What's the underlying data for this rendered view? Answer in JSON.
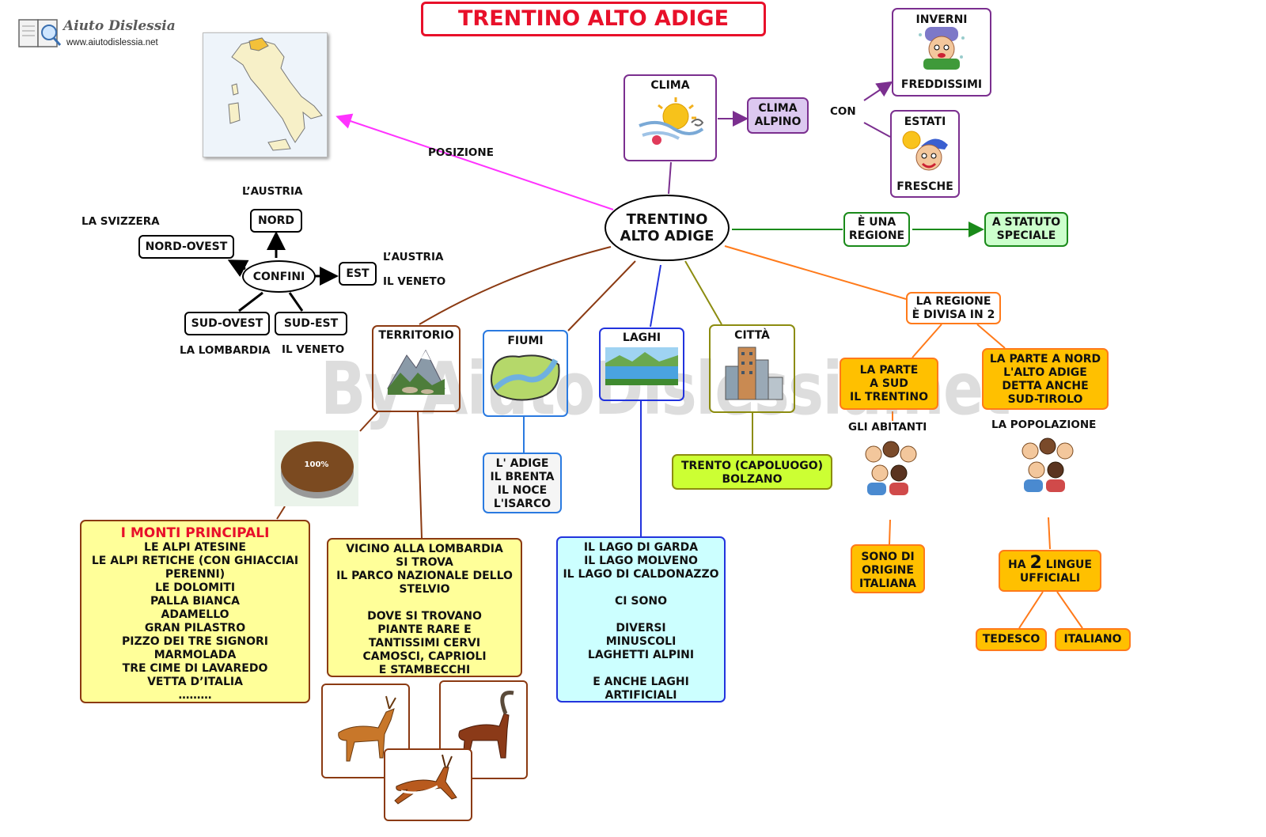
{
  "logo": {
    "brand": "Aiuto Dislessia",
    "url": "www.aiutodislessia.net"
  },
  "title": "TRENTINO ALTO ADIGE",
  "center": [
    "TRENTINO",
    "ALTO ADIGE"
  ],
  "posizione": "POSIZIONE",
  "clima": {
    "label": "CLIMA",
    "tipo": [
      "CLIMA",
      "ALPINO"
    ],
    "con": "CON",
    "inverni_top": "INVERNI",
    "inverni_bottom": "FREDDISSIMI",
    "estati_top": "ESTATI",
    "estati_bottom": "FRESCHE"
  },
  "regione": {
    "e_una": [
      "È UNA",
      "REGIONE"
    ],
    "statuto": [
      "A STATUTO",
      "SPECIALE"
    ]
  },
  "confini": {
    "label": "CONFINI",
    "nord": "NORD",
    "nord_ovest": "NORD-OVEST",
    "est": "EST",
    "sud_ovest": "SUD-OVEST",
    "sud_est": "SUD-EST",
    "austria_nord": "L’AUSTRIA",
    "svizzera": "LA SVIZZERA",
    "austria_est": "L’AUSTRIA",
    "veneto_est": "IL VENETO",
    "lombardia": "LA LOMBARDIA",
    "veneto_se": "IL VENETO"
  },
  "territorio": {
    "label": "TERRITORIO",
    "pie_label": "100%",
    "monti_title": "I MONTI PRINCIPALI",
    "monti": [
      "LE ALPI ATESINE",
      "LE ALPI RETICHE (CON GHIACCIAI",
      "PERENNI)",
      "LE DOLOMITI",
      "PALLA BIANCA",
      "ADAMELLO",
      "GRAN PILASTRO",
      "PIZZO DEI TRE SIGNORI",
      "MARMOLADA",
      "TRE CIME DI LAVAREDO",
      "VETTA D’ITALIA",
      "………"
    ],
    "parco": [
      "VICINO ALLA LOMBARDIA",
      "SI TROVA",
      "IL PARCO NAZIONALE DELLO",
      "STELVIO",
      "",
      "DOVE SI TROVANO",
      "PIANTE RARE E",
      "TANTISSIMI CERVI",
      "CAMOSCI, CAPRIOLI",
      "E STAMBECCHI"
    ]
  },
  "fiumi": {
    "label": "FIUMI",
    "list": [
      "L' ADIGE",
      "IL BRENTA",
      "IL NOCE",
      "L'ISARCO"
    ]
  },
  "laghi": {
    "label": "LAGHI",
    "list": [
      "IL LAGO DI GARDA",
      "IL LAGO MOLVENO",
      "IL LAGO DI CALDONAZZO",
      "",
      "CI SONO",
      "",
      "DIVERSI",
      "MINUSCOLI",
      "LAGHETTI ALPINI",
      "",
      "E ANCHE LAGHI",
      "ARTIFICIALI"
    ]
  },
  "citta": {
    "label": "CITTÀ",
    "list": [
      "TRENTO (CAPOLUOGO)",
      "BOLZANO"
    ]
  },
  "divisa": {
    "label": [
      "LA REGIONE",
      "È DIVISA IN 2"
    ],
    "sud": [
      "LA PARTE",
      "A SUD",
      "IL TRENTINO"
    ],
    "nord": [
      "LA PARTE A NORD",
      "L'ALTO ADIGE",
      "DETTA ANCHE",
      "SUD-TIROLO"
    ],
    "abitanti": "GLI ABITANTI",
    "popolazione": "LA POPOLAZIONE",
    "origine": [
      "SONO DI",
      "ORIGINE",
      "ITALIANA"
    ],
    "lingue_pre": "HA",
    "lingue_num": "2",
    "lingue_post": "LINGUE",
    "lingue_line2": "UFFICIALI",
    "tedesco": "TEDESCO",
    "italiano": "ITALIANO"
  },
  "watermark": "By AiutoDislessia.net",
  "colors": {
    "title_red": "#e8102a",
    "magenta": "#ff33ff",
    "purple": "#7b2f8f",
    "green": "#1a8a1a",
    "brown": "#8b3a12",
    "blue": "#2233dd",
    "olive": "#8c8c10",
    "orange": "#ff7a1a",
    "yellow_fill": "#ffff99",
    "cyan_fill": "#ccffff",
    "lime_fill": "#ccff33",
    "gold_fill": "#ffc000",
    "lavender_fill": "#dcc8f0",
    "mint_fill": "#ccffcc"
  }
}
